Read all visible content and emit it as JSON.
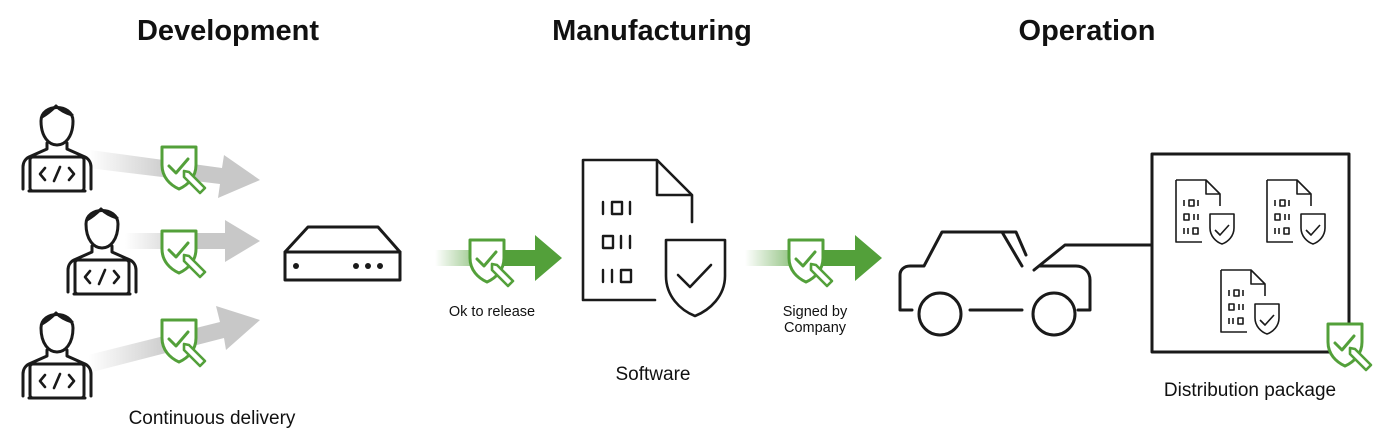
{
  "stages": {
    "development": "Development",
    "manufacturing": "Manufacturing",
    "operation": "Operation"
  },
  "labels": {
    "continuous_delivery": "Continuous delivery",
    "ok_to_release": "Ok to release",
    "software": "Software",
    "signed_by_line1": "Signed by",
    "signed_by_line2": "Company",
    "distribution_package": "Distribution package"
  },
  "colors": {
    "accent_green": "#53a03a",
    "arrow_gray": "#c8c8c8",
    "ink": "#1a1a1a"
  },
  "icons": [
    "developer-icon",
    "signature-shield-icon",
    "server-icon",
    "software-document-icon",
    "car-icon",
    "signed-document-icon"
  ]
}
